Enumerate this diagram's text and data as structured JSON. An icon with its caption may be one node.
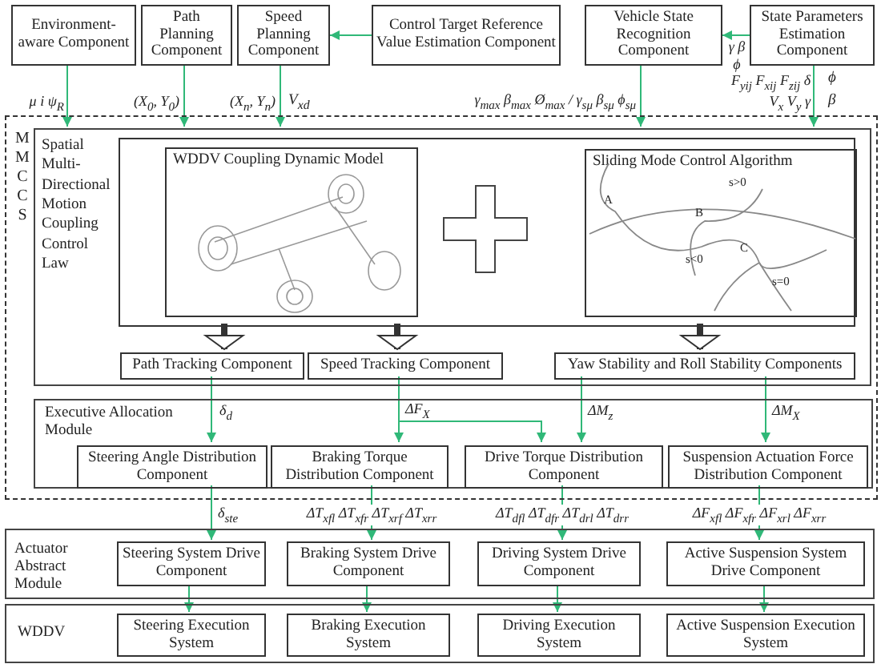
{
  "diagram": {
    "nodes": [
      {
        "text": [
          "Environment-aware Component"
        ]
      },
      {
        "text": [
          "Path Planning Component"
        ]
      },
      {
        "text": [
          "Speed Planning Component"
        ]
      },
      {
        "text": [
          "Control Target Reference Value Estimation Component"
        ]
      },
      {
        "text": [
          "Vehicle State Recognition Component"
        ]
      },
      {
        "text": [
          "State Parameters Estimation Component"
        ]
      },
      {
        "text": [
          "MMCCS"
        ]
      },
      {
        "text": [
          "Spatial Multi-Directional Motion Coupling Control Law"
        ],
        "in": 6
      },
      {
        "text": [],
        "shape": "box",
        "in": 7
      },
      {
        "text": [
          "WDDV Coupling Dynamic Model"
        ],
        "in": 8
      },
      {
        "text": [
          "Sliding Mode Control Algorithm"
        ],
        "in": 8
      },
      {
        "text": [
          "Path Tracking Component"
        ],
        "in": 7
      },
      {
        "text": [
          "Speed Tracking Component"
        ],
        "in": 7
      },
      {
        "text": [
          "Yaw Stability and Roll Stability Components"
        ],
        "in": 7
      },
      {
        "text": [
          "Executive Allocation Module"
        ],
        "in": 6
      },
      {
        "text": [
          "Steering Angle Distribution Component"
        ],
        "in": 14
      },
      {
        "text": [
          "Braking Torque Distribution Component"
        ],
        "in": 14
      },
      {
        "text": [
          "Drive Torque Distribution Component"
        ],
        "in": 14
      },
      {
        "text": [
          "Suspension Actuation Force Distribution Component"
        ],
        "in": 14
      },
      {
        "text": [
          "Actuator Abstract Module"
        ]
      },
      {
        "text": [
          "Steering System Drive Component"
        ],
        "in": 19
      },
      {
        "text": [
          "Braking System Drive Component"
        ],
        "in": 19
      },
      {
        "text": [
          "Driving System Drive Component"
        ],
        "in": 19
      },
      {
        "text": [
          "Active Suspension System Drive Component"
        ],
        "in": 19
      },
      {
        "text": [
          "WDDV"
        ]
      },
      {
        "text": [
          "Steering Execution System"
        ],
        "in": 24
      },
      {
        "text": [
          "Braking Execution System"
        ],
        "in": 24
      },
      {
        "text": [
          "Driving Execution System"
        ],
        "in": 24
      },
      {
        "text": [
          "Active Suspension Execution System"
        ],
        "in": 24
      }
    ],
    "edges": [
      {
        "from": 3,
        "to": 2,
        "arrow": "to"
      },
      {
        "from": 5,
        "to": 4,
        "arrow": "to",
        "label": "γ β ϕ"
      },
      {
        "from": 0,
        "to": 7,
        "arrow": "to",
        "label": "μ i ψ$_{R}$"
      },
      {
        "from": 1,
        "to": 7,
        "arrow": "to",
        "label": "(X$_{0}$, Y$_{0}$)"
      },
      {
        "from": 2,
        "to": 7,
        "arrow": "to",
        "label": "(X$_{n}$, Y$_{n}$)"
      },
      {
        "from": 4,
        "to": 7,
        "arrow": "to",
        "label": "γ$_{max}$ β$_{max}$ Ø$_{max}$ / γ$_{sμ}$ β$_{sμ}$ ϕ$_{sμ}$"
      },
      {
        "from": 5,
        "to": 7,
        "arrow": "to",
        "label": "F$_{yij}$ F$_{xij}$ F$_{zij}$ δ V$_{x}$ V$_{y}$ γ"
      },
      {
        "from": 8,
        "to": 11,
        "arrow": "to",
        "style": "thick",
        "color": "#333333"
      },
      {
        "from": 8,
        "to": 12,
        "arrow": "to",
        "style": "thick",
        "color": "#333333"
      },
      {
        "from": 8,
        "to": 13,
        "arrow": "to",
        "style": "thick",
        "color": "#333333"
      },
      {
        "from": 11,
        "to": 15,
        "arrow": "to",
        "label": "δ$_{d}$"
      },
      {
        "from": 12,
        "to": 16,
        "arrow": "to",
        "label": "ΔF$_{X}$"
      },
      {
        "from": 12,
        "to": 17,
        "arrow": "to"
      },
      {
        "from": 13,
        "to": 17,
        "arrow": "to",
        "label": "ΔM$_{z}$"
      },
      {
        "from": 13,
        "to": 18,
        "arrow": "to",
        "label": "ΔM$_{X}$"
      },
      {
        "from": 15,
        "to": 20,
        "arrow": "to",
        "label": "δ$_{ste}$"
      },
      {
        "from": 16,
        "to": 21,
        "arrow": "to",
        "label": "ΔT$_{xfl}$ ΔT$_{xfr}$ ΔT$_{xrf}$ ΔT$_{xrr}$"
      },
      {
        "from": 17,
        "to": 22,
        "arrow": "to",
        "label": "ΔT$_{dfl}$ ΔT$_{dfr}$ ΔT$_{drl}$ ΔT$_{drr}$"
      },
      {
        "from": 18,
        "to": 23,
        "arrow": "to",
        "label": "ΔF$_{xfl}$ ΔF$_{xfr}$ ΔF$_{xrl}$ ΔF$_{xrr}$"
      },
      {
        "from": 20,
        "to": 25,
        "arrow": "to"
      },
      {
        "from": 21,
        "to": 26,
        "arrow": "to"
      },
      {
        "from": 22,
        "to": 27,
        "arrow": "to"
      },
      {
        "from": 23,
        "to": 28,
        "arrow": "to"
      }
    ],
    "labels": [
      "V$_{xd}$",
      "ϕ",
      "β",
      "s>0",
      "A",
      "B",
      "C",
      "s<0",
      "s=0"
    ]
  }
}
